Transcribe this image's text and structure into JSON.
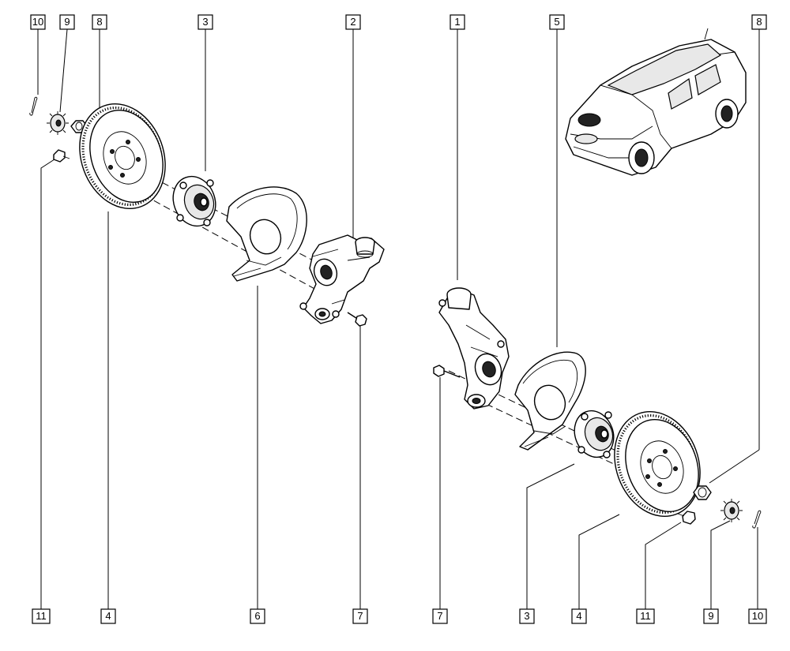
{
  "callouts": [
    "10",
    "9",
    "8",
    "3",
    "2",
    "1",
    "5",
    "8",
    "11",
    "4",
    "6",
    "7",
    "7",
    "3",
    "4",
    "11",
    "9",
    "10"
  ]
}
